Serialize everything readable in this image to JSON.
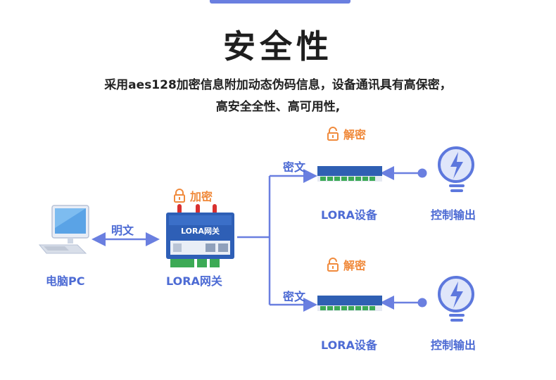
{
  "title": "安全性",
  "subtitle_line1": "采用aes128加密信息附加动态伪码信息，设备通讯具有高保密，",
  "subtitle_line2": "高安全全性、高可用性,",
  "pc": {
    "label": "电脑PC"
  },
  "link_plain": {
    "label": "明文"
  },
  "gateway": {
    "label": "LORA网关",
    "lock_label": "加密",
    "panel_text": "LORA网关"
  },
  "branches": [
    {
      "cipher_label": "密文",
      "lock_label": "解密",
      "device_label": "LORA设备",
      "output_label": "控制输出"
    },
    {
      "cipher_label": "密文",
      "lock_label": "解密",
      "device_label": "LORA设备",
      "output_label": "控制输出"
    }
  ],
  "colors": {
    "accent_blue": "#4d6bd4",
    "lock_orange": "#f08a3c",
    "line_blue": "#6a7fe0",
    "device_blue": "#2f5fb3"
  },
  "icons": [
    "computer-icon",
    "lock-icon",
    "unlock-icon",
    "lightning-bulb-icon"
  ]
}
